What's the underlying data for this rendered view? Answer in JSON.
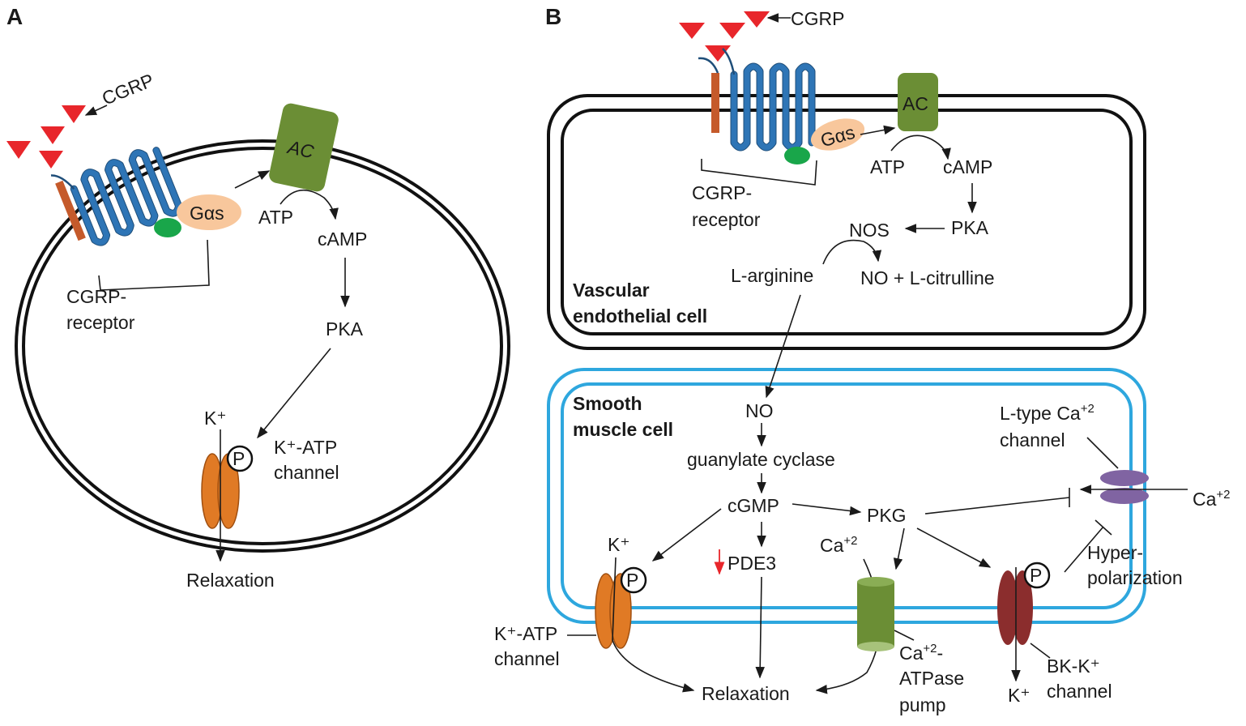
{
  "panel_a": {
    "letter": "A",
    "cgrp": "CGRP",
    "ac": "AC",
    "gas": "Gαs",
    "atp": "ATP",
    "camp": "cAMP",
    "pka": "PKA",
    "receptor_line1": "CGRP-",
    "receptor_line2": "receptor",
    "k_ion": "K⁺",
    "phospho": "P",
    "katp_line1": "K⁺-ATP",
    "katp_line2": "channel",
    "relaxation": "Relaxation"
  },
  "panel_b": {
    "letter": "B",
    "cgrp": "CGRP",
    "ac": "AC",
    "gas": "Gαs",
    "atp": "ATP",
    "camp": "cAMP",
    "receptor_line1": "CGRP-",
    "receptor_line2": "receptor",
    "pka": "PKA",
    "nos": "NOS",
    "l_arginine": "L-arginine",
    "no_citrulline": "NO + L-citrulline",
    "endo_line1": "Vascular",
    "endo_line2": "endothelial cell",
    "smc_line1": "Smooth",
    "smc_line2": "muscle cell",
    "no": "NO",
    "guanylate": "guanylate cyclase",
    "cgmp": "cGMP",
    "pkg": "PKG",
    "ltype_line1": "L-type Ca",
    "ltype_sup": "+2",
    "ltype_line2": "channel",
    "ca_out": "Ca",
    "ca_out_sup": "+2",
    "k_ion": "K⁺",
    "pde3": "PDE3",
    "ca_in": "Ca",
    "ca_in_sup": "+2",
    "phospho": "P",
    "hyper_line1": "Hyper-",
    "hyper_line2": "polarization",
    "katp_line1": "K⁺-ATP",
    "katp_line2": "channel",
    "relaxation": "Relaxation",
    "atpase_line1": "Ca",
    "atpase_sup": "+2",
    "atpase_dash": "-",
    "atpase_line2": "ATPase",
    "atpase_line3": "pump",
    "bk_line1": "BK-K⁺",
    "bk_line2": "channel",
    "k_out": "K⁺"
  },
  "colors": {
    "ligand": "#e8262b",
    "receptor": "#2e75b6",
    "ramp": "#c55a2b",
    "ac": "#6b8e35",
    "gas": "#f8c79c",
    "g_subunit": "#19a64a",
    "katp": "#e07a25",
    "bk": "#8b2d2d",
    "atpase": "#6b8e35",
    "ltype": "#8064a2",
    "smooth_muscle_membrane": "#2ea7de",
    "endothelial_membrane": "#111111"
  }
}
